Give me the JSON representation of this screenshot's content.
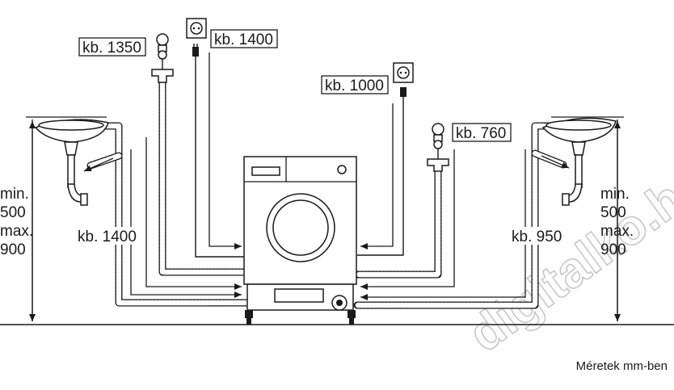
{
  "labels": {
    "tap_left": "kb. 1350",
    "socket_left": "kb. 1400",
    "socket_right": "kb. 1000",
    "tap_right": "kb. 760",
    "hose_left": "kb. 1400",
    "hose_right": "kb. 950",
    "height_left": [
      "min.",
      "500",
      "max.",
      "900"
    ],
    "height_right": [
      "min.",
      "500",
      "max.",
      "900"
    ]
  },
  "caption": "Méretek mm-ben",
  "watermark": "digitalko.hu"
}
